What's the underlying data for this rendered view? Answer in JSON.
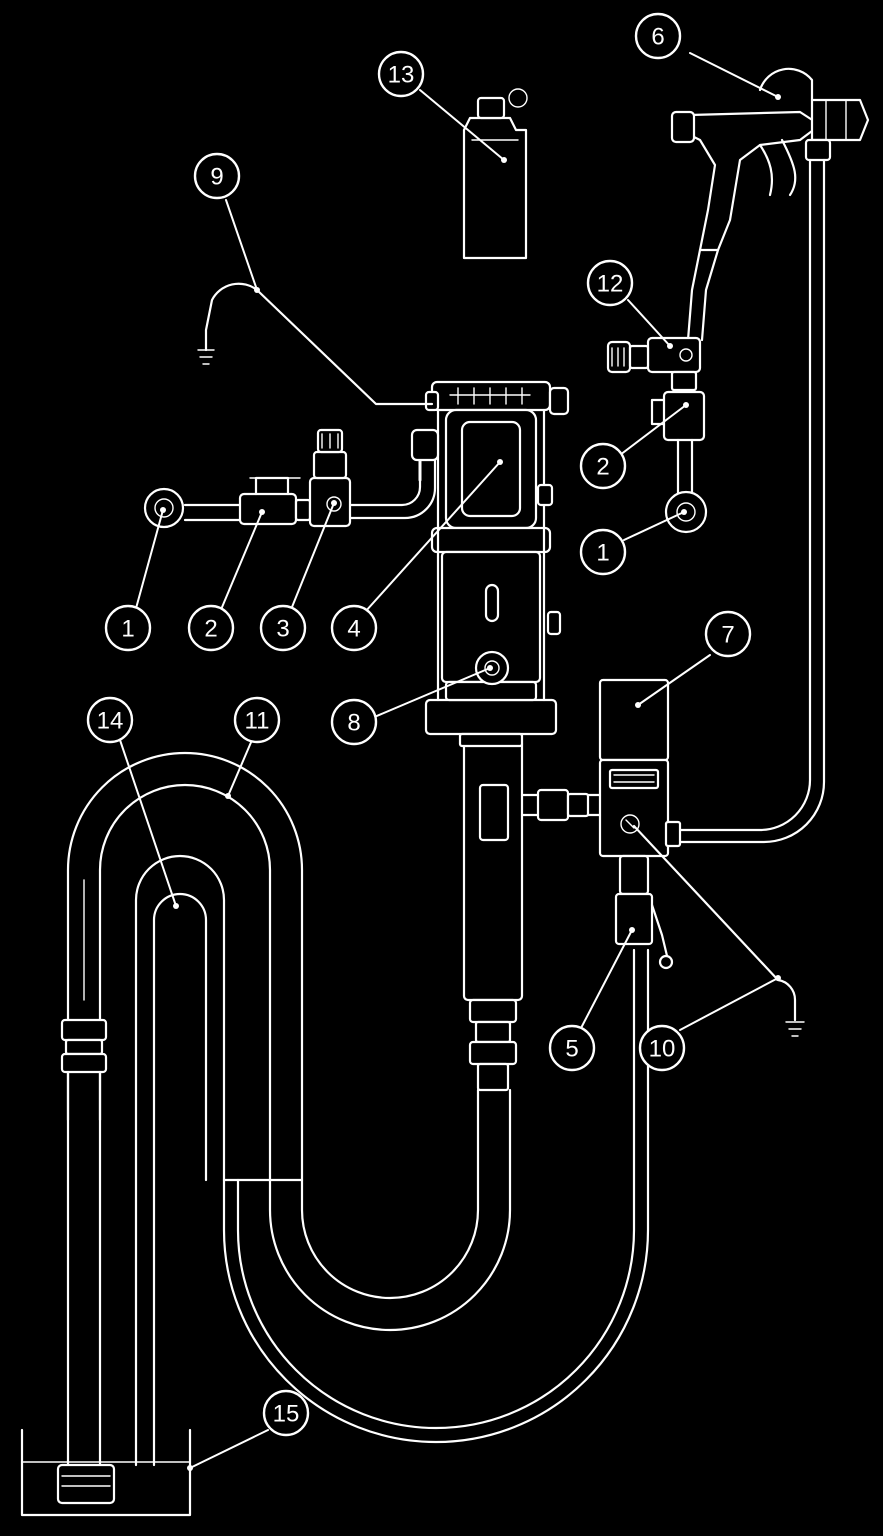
{
  "colors": {
    "background": "#000000",
    "line": "#ffffff"
  },
  "callouts": [
    {
      "id": "c1a",
      "label": "1"
    },
    {
      "id": "c2a",
      "label": "2"
    },
    {
      "id": "c3",
      "label": "3"
    },
    {
      "id": "c4",
      "label": "4"
    },
    {
      "id": "c5",
      "label": "5"
    },
    {
      "id": "c6",
      "label": "6"
    },
    {
      "id": "c7",
      "label": "7"
    },
    {
      "id": "c8",
      "label": "8"
    },
    {
      "id": "c9",
      "label": "9"
    },
    {
      "id": "c10",
      "label": "10"
    },
    {
      "id": "c11",
      "label": "11"
    },
    {
      "id": "c12",
      "label": "12"
    },
    {
      "id": "c13",
      "label": "13"
    },
    {
      "id": "c14",
      "label": "14"
    },
    {
      "id": "c15",
      "label": "15"
    },
    {
      "id": "c2b",
      "label": "2"
    },
    {
      "id": "c1b",
      "label": "1"
    }
  ],
  "icons": {
    "spray_gun": "spray-gun-icon",
    "pump": "pump-icon",
    "bottle": "bottle-icon",
    "filter": "fluid-filter-icon",
    "ground": "ground-symbol-icon",
    "pail": "paint-pail-icon",
    "valve": "bleed-valve-icon",
    "regulator": "air-regulator-icon",
    "air_inlet": "air-inlet-icon"
  }
}
